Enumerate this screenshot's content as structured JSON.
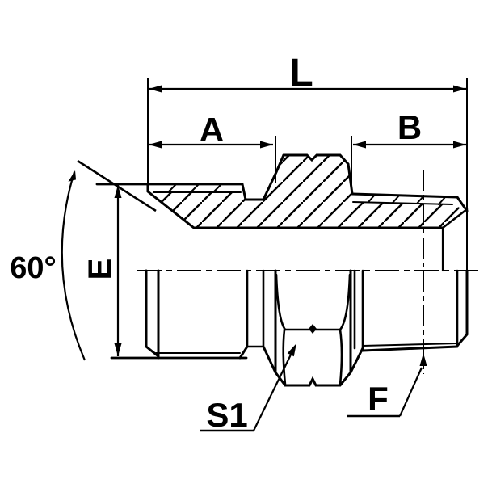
{
  "drawing": {
    "kind": "technical-drawing",
    "colors": {
      "line": "#000000",
      "background": "#ffffff"
    },
    "labels": {
      "overall_length": "L",
      "left_thread_length": "A",
      "right_thread_length": "B",
      "thread_diameter": "E",
      "cone_angle": "60°",
      "hex_across_flats": "S1",
      "gauge_plane": "F"
    }
  }
}
